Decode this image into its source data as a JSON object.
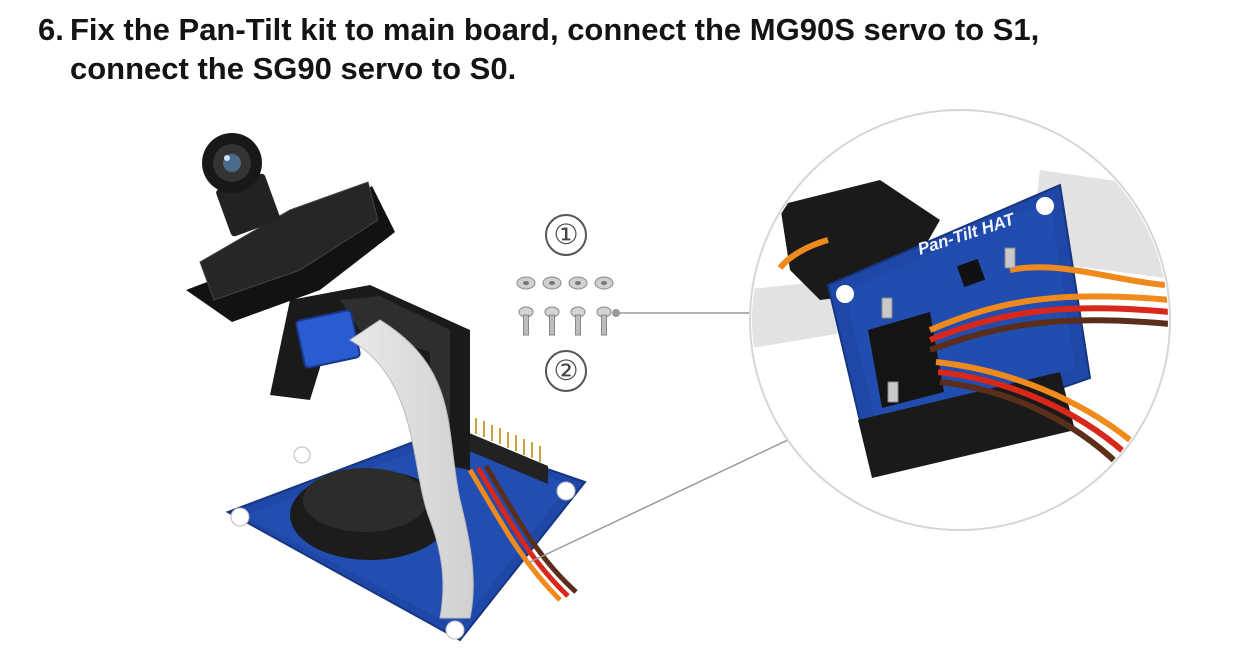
{
  "instruction": {
    "step_number": "6.",
    "line1": "Fix the Pan-Tilt kit to main board, connect the MG90S servo to S1,",
    "line2": "connect the SG90 servo to S0."
  },
  "parts": {
    "callout_1": "①",
    "callout_2": "②"
  },
  "board": {
    "name": "Pan-Tilt HAT"
  },
  "colors": {
    "pcb_blue": "#1f47a8",
    "servo_orange": "#f08a1c",
    "servo_red": "#d8281c",
    "servo_brown": "#5a2e1a",
    "bracket_black": "#1a1a1a"
  }
}
